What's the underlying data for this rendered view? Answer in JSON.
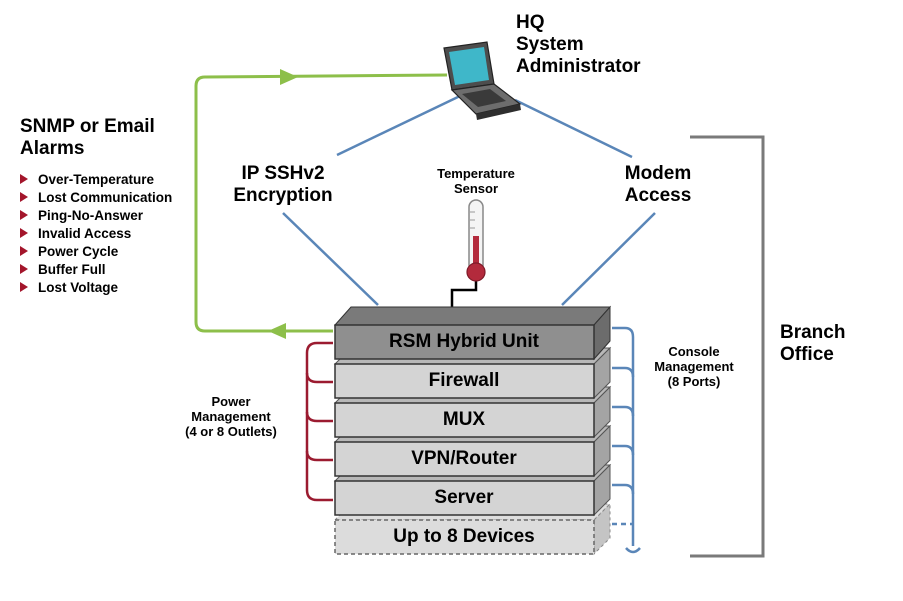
{
  "admin": {
    "title_lines": [
      "HQ",
      "System",
      "Administrator"
    ]
  },
  "alarms": {
    "title_lines": [
      "SNMP or Email",
      "Alarms"
    ],
    "items": [
      "Over-Temperature",
      "Lost Communication",
      "Ping-No-Answer",
      "Invalid Access",
      "Power Cycle",
      "Buffer Full",
      "Lost Voltage"
    ]
  },
  "ip_ssh": {
    "lines": [
      "IP SSHv2",
      "Encryption"
    ]
  },
  "temperature": {
    "lines": [
      "Temperature",
      "Sensor"
    ]
  },
  "modem": {
    "lines": [
      "Modem",
      "Access"
    ]
  },
  "stack": {
    "units": [
      "RSM Hybrid Unit",
      "Firewall",
      "MUX",
      "VPN/Router",
      "Server",
      "Up to 8 Devices"
    ]
  },
  "power": {
    "lines": [
      "Power",
      "Management",
      "(4 or 8 Outlets)"
    ]
  },
  "console": {
    "lines": [
      "Console",
      "Management",
      "(8 Ports)"
    ]
  },
  "branch": {
    "lines": [
      "Branch",
      "Office"
    ]
  },
  "colors": {
    "alarm_line": "#8dbf4a",
    "network_line": "#5a86b8",
    "power_line": "#9b1b30",
    "bullet": "#a3152b",
    "unit_dark": "#8f8f8f",
    "unit_light": "#d4d4d4",
    "bracket": "#7a7a7a"
  }
}
